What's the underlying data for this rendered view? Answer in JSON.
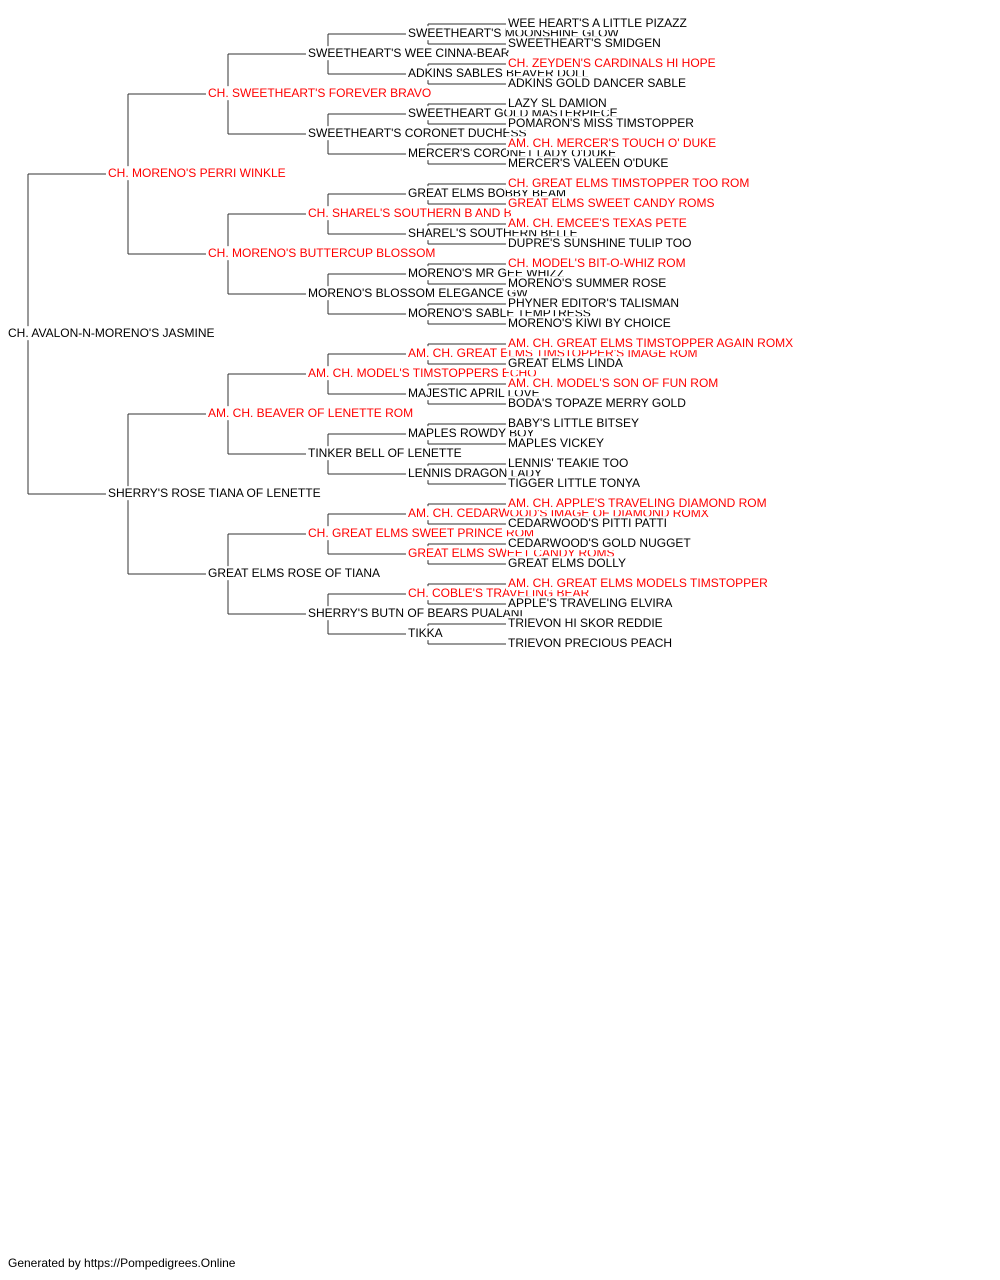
{
  "colors": {
    "champion": "#ff0000",
    "normal": "#000000",
    "connector": "#333333"
  },
  "footer": "Generated by https://Pompedigrees.Online",
  "pedigree": {
    "name": "CH. AVALON-N-MORENO'S JASMINE",
    "champion": false,
    "sire": {
      "name": "CH. MORENO'S PERRI WINKLE",
      "champion": true,
      "sire": {
        "name": "CH. SWEETHEART'S FOREVER BRAVO",
        "champion": true,
        "sire": {
          "name": "SWEETHEART'S WEE CINNA-BEAR",
          "champion": false,
          "sire": {
            "name": "SWEETHEART'S MOONSHINE GLOW",
            "champion": false,
            "sire": {
              "name": "WEE HEART'S A LITTLE PIZAZZ",
              "champion": false
            },
            "dam": {
              "name": "SWEETHEART'S SMIDGEN",
              "champion": false
            }
          },
          "dam": {
            "name": "ADKINS SABLES BEAVER DOLL",
            "champion": false,
            "sire": {
              "name": "CH. ZEYDEN'S CARDINALS HI HOPE",
              "champion": true
            },
            "dam": {
              "name": "ADKINS GOLD DANCER SABLE",
              "champion": false
            }
          }
        },
        "dam": {
          "name": "SWEETHEART'S CORONET DUCHESS",
          "champion": false,
          "sire": {
            "name": "SWEETHEART GOLD MASTERPIECE",
            "champion": false,
            "sire": {
              "name": "LAZY SL DAMION",
              "champion": false
            },
            "dam": {
              "name": "POMARON'S MISS TIMSTOPPER",
              "champion": false
            }
          },
          "dam": {
            "name": "MERCER'S CORONET LADY O'DUKE",
            "champion": false,
            "sire": {
              "name": "AM. CH. MERCER'S TOUCH O' DUKE",
              "champion": true
            },
            "dam": {
              "name": "MERCER'S VALEEN O'DUKE",
              "champion": false
            }
          }
        }
      },
      "dam": {
        "name": "CH. MORENO'S BUTTERCUP BLOSSOM",
        "champion": true,
        "sire": {
          "name": "CH. SHAREL'S SOUTHERN B AND B",
          "champion": true,
          "sire": {
            "name": "GREAT ELMS BOBBY BEAM",
            "champion": false,
            "sire": {
              "name": "CH. GREAT ELMS TIMSTOPPER TOO ROM",
              "champion": true
            },
            "dam": {
              "name": "GREAT ELMS SWEET CANDY ROMS",
              "champion": true
            }
          },
          "dam": {
            "name": "SHAREL'S SOUTHERN BELLE",
            "champion": false,
            "sire": {
              "name": "AM. CH. EMCEE'S TEXAS PETE",
              "champion": true
            },
            "dam": {
              "name": "DUPRE'S SUNSHINE TULIP TOO",
              "champion": false
            }
          }
        },
        "dam": {
          "name": "MORENO'S BLOSSOM ELEGANCE GW",
          "champion": false,
          "sire": {
            "name": "MORENO'S MR GEE WHIZZ",
            "champion": false,
            "sire": {
              "name": "CH. MODEL'S BIT-O-WHIZ ROM",
              "champion": true
            },
            "dam": {
              "name": "MORENO'S SUMMER ROSE",
              "champion": false
            }
          },
          "dam": {
            "name": "MORENO'S SABLE TEMPTRESS",
            "champion": false,
            "sire": {
              "name": "PHYNER EDITOR'S TALISMAN",
              "champion": false
            },
            "dam": {
              "name": "MORENO'S KIWI BY CHOICE",
              "champion": false
            }
          }
        }
      }
    },
    "dam": {
      "name": "SHERRY'S ROSE TIANA OF LENETTE",
      "champion": false,
      "sire": {
        "name": "AM. CH. BEAVER OF LENETTE ROM",
        "champion": true,
        "sire": {
          "name": "AM. CH. MODEL'S TIMSTOPPERS ECHO",
          "champion": true,
          "sire": {
            "name": "AM. CH. GREAT ELMS TIMSTOPPER'S IMAGE ROM",
            "champion": true,
            "sire": {
              "name": "AM. CH. GREAT ELMS TIMSTOPPER AGAIN ROMX",
              "champion": true
            },
            "dam": {
              "name": "GREAT ELMS LINDA",
              "champion": false
            }
          },
          "dam": {
            "name": "MAJESTIC APRIL LOVE",
            "champion": false,
            "sire": {
              "name": "AM. CH. MODEL'S SON OF FUN ROM",
              "champion": true
            },
            "dam": {
              "name": "BODA'S TOPAZE MERRY GOLD",
              "champion": false
            }
          }
        },
        "dam": {
          "name": "TINKER BELL OF LENETTE",
          "champion": false,
          "sire": {
            "name": "MAPLES ROWDY BOY",
            "champion": false,
            "sire": {
              "name": "BABY'S LITTLE BITSEY",
              "champion": false
            },
            "dam": {
              "name": "MAPLES VICKEY",
              "champion": false
            }
          },
          "dam": {
            "name": "LENNIS DRAGON LADY",
            "champion": false,
            "sire": {
              "name": "LENNIS' TEAKIE TOO",
              "champion": false
            },
            "dam": {
              "name": "TIGGER LITTLE TONYA",
              "champion": false
            }
          }
        }
      },
      "dam": {
        "name": "GREAT ELMS ROSE OF TIANA",
        "champion": false,
        "sire": {
          "name": "CH. GREAT ELMS SWEET PRINCE ROM",
          "champion": true,
          "sire": {
            "name": "AM. CH. CEDARWOOD'S IMAGE OF DIAMOND ROMX",
            "champion": true,
            "sire": {
              "name": "AM. CH. APPLE'S TRAVELING DIAMOND ROM",
              "champion": true
            },
            "dam": {
              "name": "CEDARWOOD'S PITTI PATTI",
              "champion": false
            }
          },
          "dam": {
            "name": "GREAT ELMS SWEET CANDY ROMS",
            "champion": true,
            "sire": {
              "name": "CEDARWOOD'S GOLD NUGGET",
              "champion": false
            },
            "dam": {
              "name": "GREAT ELMS DOLLY",
              "champion": false
            }
          }
        },
        "dam": {
          "name": "SHERRY'S BUTN OF BEARS PUALANI",
          "champion": false,
          "sire": {
            "name": "CH. COBLE'S TRAVELING BEAR",
            "champion": true,
            "sire": {
              "name": "AM. CH. GREAT ELMS MODELS TIMSTOPPER",
              "champion": true
            },
            "dam": {
              "name": "APPLE'S TRAVELING ELVIRA",
              "champion": false
            }
          },
          "dam": {
            "name": "TIKKA",
            "champion": false,
            "sire": {
              "name": "TRIEVON HI SKOR REDDIE",
              "champion": false
            },
            "dam": {
              "name": "TRIEVON PRECIOUS PEACH",
              "champion": false
            }
          }
        }
      }
    }
  }
}
